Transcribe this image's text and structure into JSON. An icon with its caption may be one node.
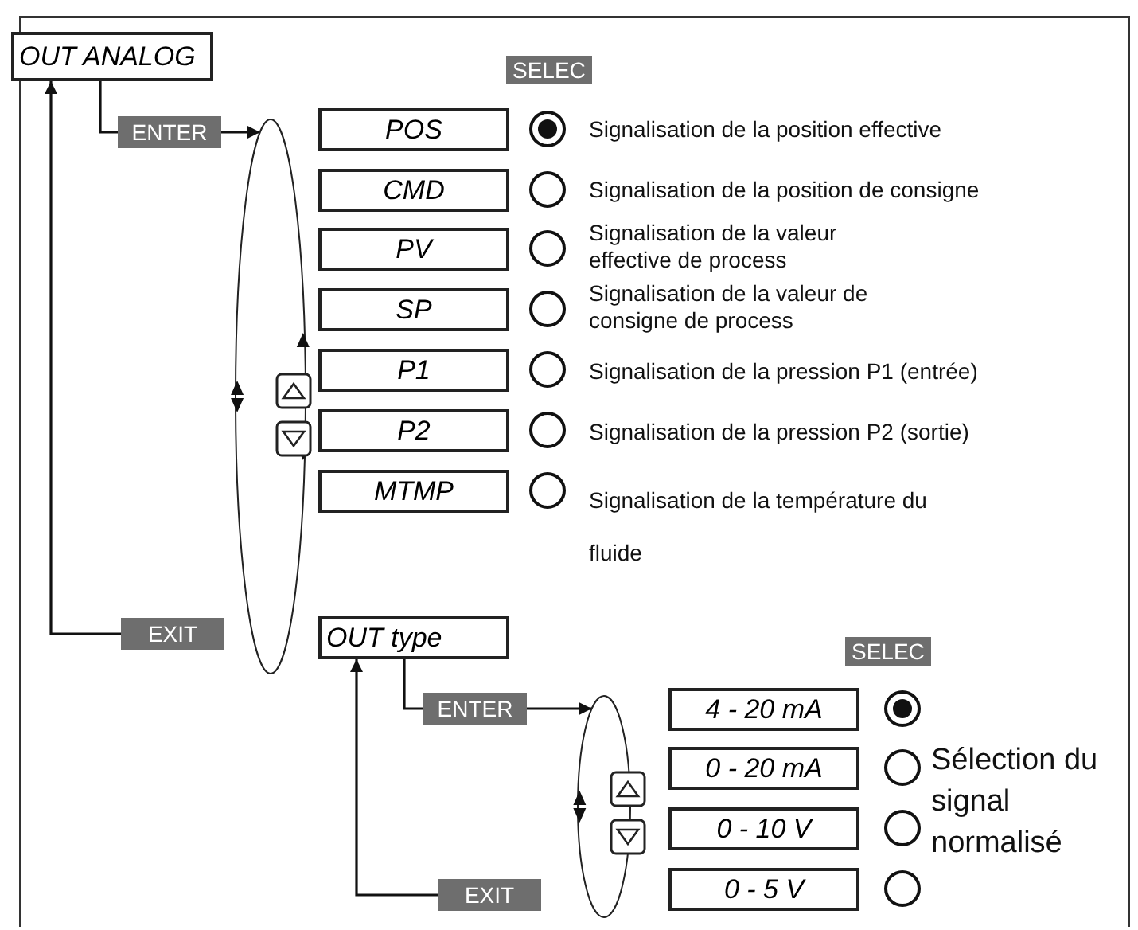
{
  "diagram": {
    "nodes": [
      {
        "text": [
          "OUT ANALOG"
        ]
      },
      {
        "text": [
          "ENTER"
        ]
      },
      {
        "text": [],
        "shape": "ellipse"
      },
      {
        "text": [
          "POS"
        ],
        "beside": [
          "Signalisation de la position effective"
        ]
      },
      {
        "text": [
          "CMD"
        ],
        "beside": [
          "Signalisation de la position de consigne"
        ]
      },
      {
        "text": [
          "PV"
        ],
        "beside": [
          "Signalisation de la valeur effective de process"
        ]
      },
      {
        "text": [
          "SP"
        ],
        "beside": [
          "Signalisation de la valeur de consigne de process"
        ]
      },
      {
        "text": [
          "P1"
        ],
        "beside": [
          "Signalisation de la pression P1 (entrée)"
        ]
      },
      {
        "text": [
          "P2"
        ],
        "beside": [
          "Signalisation de la pression P2 (sortie)"
        ]
      },
      {
        "text": [
          "MTMP"
        ],
        "beside": [
          "Signalisation de la température du fluide"
        ]
      },
      {
        "text": [
          "EXIT"
        ]
      },
      {
        "text": [
          "OUT type"
        ]
      },
      {
        "text": [
          "ENTER"
        ]
      },
      {
        "text": [],
        "shape": "ellipse"
      },
      {
        "text": [
          "4 - 20 mA"
        ]
      },
      {
        "text": [
          "0 - 20 mA"
        ]
      },
      {
        "text": [
          "0 - 10 V"
        ]
      },
      {
        "text": [
          "0 - 5 V"
        ]
      },
      {
        "text": [
          "EXIT"
        ]
      }
    ],
    "edges": [
      {
        "from": 0,
        "to": 1,
        "arrow": "none"
      },
      {
        "from": 1,
        "to": 2,
        "arrow": "to"
      },
      {
        "from": 10,
        "to": 0,
        "arrow": "to"
      },
      {
        "from": 11,
        "to": 12,
        "arrow": "none"
      },
      {
        "from": 12,
        "to": 13,
        "arrow": "to"
      },
      {
        "from": 18,
        "to": 11,
        "arrow": "to"
      }
    ],
    "labels": [
      "SELEC",
      "SELEC",
      "Sélection du signal normalisé"
    ]
  }
}
